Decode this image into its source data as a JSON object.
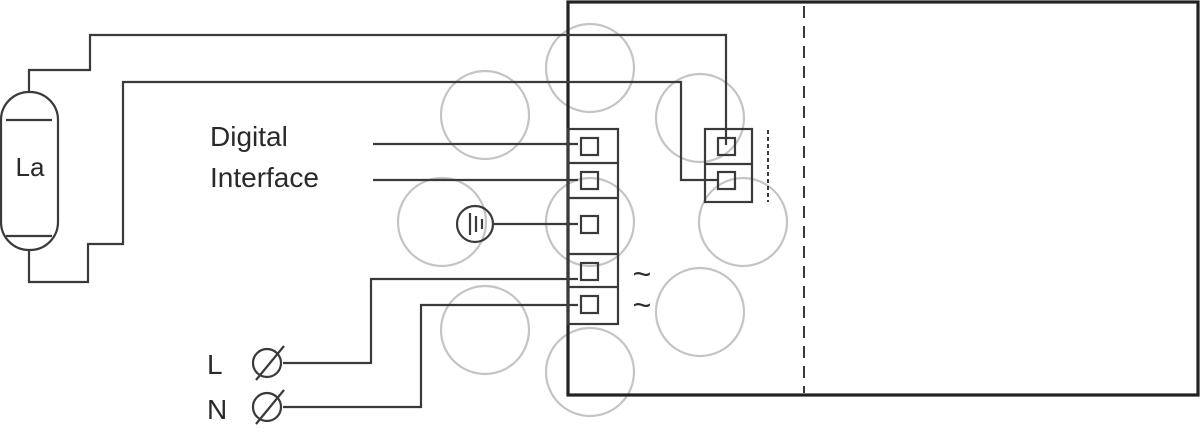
{
  "lamp": {
    "label": "La"
  },
  "digital_interface": {
    "line1": "Digital",
    "line2": "Interface"
  },
  "mains": {
    "live_label": "L",
    "neutral_label": "N"
  },
  "ac_symbol": "~",
  "colors": {
    "line": "#3a3a3a",
    "halo": "#c4c4c4",
    "text": "#2a2a2a"
  }
}
